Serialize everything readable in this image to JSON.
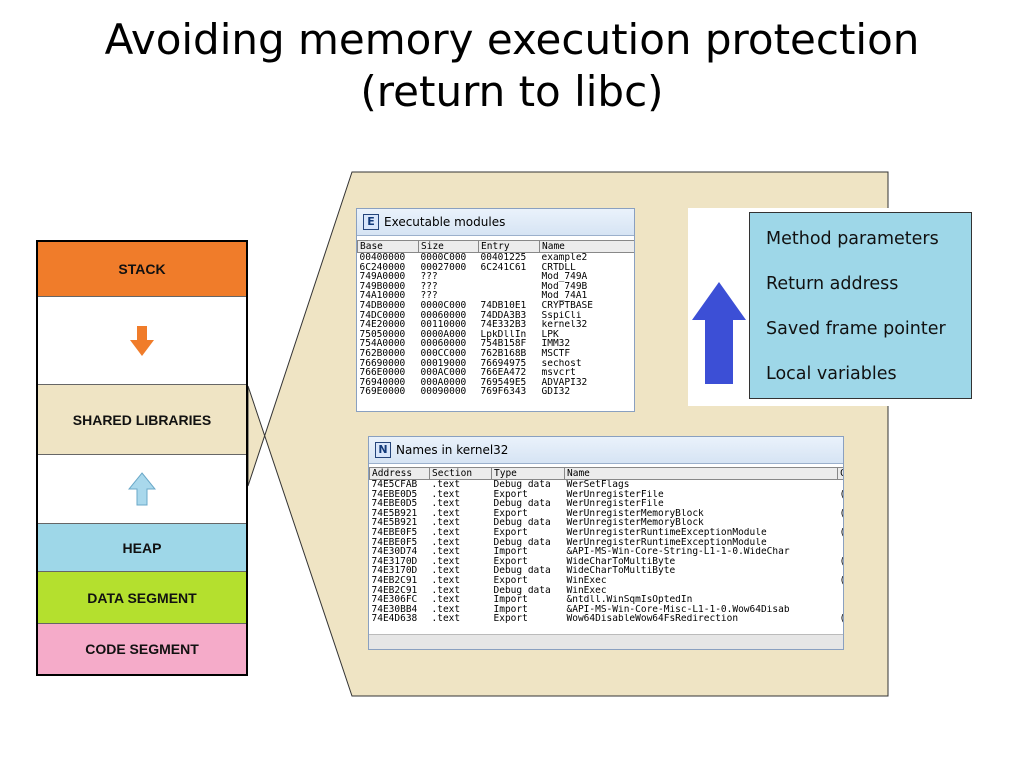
{
  "title": {
    "line1": "Avoiding memory execution protection",
    "line2": "(return to libc)"
  },
  "memory": {
    "stack": "STACK",
    "shared": "SHARED LIBRARIES",
    "heap": "HEAP",
    "data": "DATA SEGMENT",
    "code": "CODE SEGMENT",
    "colors": {
      "stack": "#f07c2a",
      "shared": "#efe4c4",
      "heap": "#9ed7e8",
      "data": "#b4e02e",
      "code": "#f5abc9",
      "arrow_down": "#f07c2a",
      "arrow_up": "#a9d8ec"
    }
  },
  "modules_window": {
    "badge": "E",
    "title": "Executable modules",
    "headers": [
      "Base",
      "Size",
      "Entry",
      "Name"
    ],
    "rows": [
      [
        "00400000",
        "0000C000",
        "00401225",
        "example2",
        "red-base"
      ],
      [
        "6C240000",
        "00027000",
        "6C241C61",
        "CRTDLL",
        ""
      ],
      [
        "749A0000",
        "???",
        "",
        "Mod_749A",
        "red"
      ],
      [
        "749B0000",
        "???",
        "",
        "Mod_749B",
        "red"
      ],
      [
        "74A10000",
        "???",
        "",
        "Mod_74A1",
        "red"
      ],
      [
        "74DB0000",
        "0000C000",
        "74DB10E1",
        "CRYPTBASE",
        ""
      ],
      [
        "74DC0000",
        "00060000",
        "74DDA3B3",
        "SspiCli",
        ""
      ],
      [
        "74E20000",
        "00110000",
        "74E332B3",
        "kernel32",
        ""
      ],
      [
        "75050000",
        "0000A000",
        "LpkDllIn",
        "LPK",
        "red-entry"
      ],
      [
        "754A0000",
        "00060000",
        "754B158F",
        "IMM32",
        "red"
      ],
      [
        "762B0000",
        "000CC000",
        "762B168B",
        "MSCTF",
        "red"
      ],
      [
        "76690000",
        "00019000",
        "76694975",
        "sechost",
        ""
      ],
      [
        "766E0000",
        "000AC000",
        "766EA472",
        "msvcrt",
        ""
      ],
      [
        "76940000",
        "000A0000",
        "769549E5",
        "ADVAPI32",
        ""
      ],
      [
        "769E0000",
        "00090000",
        "769F6343",
        "GDI32",
        ""
      ]
    ]
  },
  "names_window": {
    "badge": "N",
    "title": "Names in kernel32",
    "headers": [
      "Address",
      "Section",
      "Type",
      "Name",
      "C"
    ],
    "rows": [
      [
        "74E5CFAB",
        ".text",
        "Debug data",
        "WerSetFlags",
        ""
      ],
      [
        "74EBE0D5",
        ".text",
        "Export",
        "WerUnregisterFile",
        "("
      ],
      [
        "74EBE0D5",
        ".text",
        "Debug data",
        "WerUnregisterFile",
        ""
      ],
      [
        "74E5B921",
        ".text",
        "Export",
        "WerUnregisterMemoryBlock",
        "("
      ],
      [
        "74E5B921",
        ".text",
        "Debug data",
        "WerUnregisterMemoryBlock",
        ""
      ],
      [
        "74EBE0F5",
        ".text",
        "Export",
        "WerUnregisterRuntimeExceptionModule",
        "("
      ],
      [
        "74EBE0F5",
        ".text",
        "Debug data",
        "WerUnregisterRuntimeExceptionModule",
        ""
      ],
      [
        "74E30D74",
        ".text",
        "Import",
        "&API-MS-Win-Core-String-L1-1-0.WideChar",
        "grey"
      ],
      [
        "74E3170D",
        ".text",
        "Export",
        "WideCharToMultiByte",
        "("
      ],
      [
        "74E3170D",
        ".text",
        "Debug data",
        "WideCharToMultiByte",
        ""
      ],
      [
        "74EB2C91",
        ".text",
        "Export",
        "WinExec",
        "("
      ],
      [
        "74EB2C91",
        ".text",
        "Debug data",
        "WinExec",
        ""
      ],
      [
        "74E306FC",
        ".text",
        "Import",
        "&ntdll.WinSqmIsOptedIn",
        "grey"
      ],
      [
        "74E30BB4",
        ".text",
        "Import",
        "&API-MS-Win-Core-Misc-L1-1-0.Wow64Disab",
        "grey"
      ],
      [
        "74E4D638",
        ".text",
        "Export",
        "Wow64DisableWow64FsRedirection",
        "("
      ]
    ]
  },
  "stack_frame": {
    "items": [
      "Method parameters",
      "Return address",
      "Saved frame pointer",
      "Local variables"
    ],
    "colors": {
      "box": "#9ed7e8",
      "arrow": "#3c4fd6",
      "panel": "#efe4c4"
    }
  }
}
